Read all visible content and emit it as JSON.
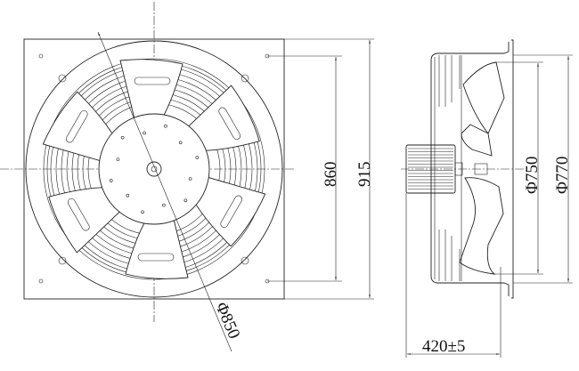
{
  "drawing": {
    "front_view": {
      "height_holes_label": "860",
      "height_overall_label": "915",
      "diameter_label": "Φ850"
    },
    "side_view": {
      "inner_diameter_label": "Φ750",
      "outer_diameter_label": "Φ770",
      "depth_label": "420±5"
    },
    "line_color": "#222222"
  }
}
